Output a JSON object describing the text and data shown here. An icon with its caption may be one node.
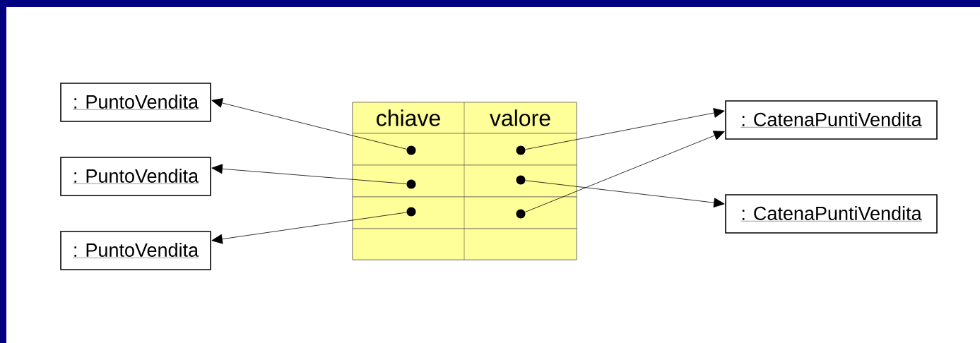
{
  "diagram": {
    "nodes": [
      {
        "text": [
          ": PuntoVendita"
        ]
      },
      {
        "text": [
          ": PuntoVendita"
        ]
      },
      {
        "text": [
          ": PuntoVendita"
        ]
      },
      {
        "text": [
          "chiave",
          "valore"
        ]
      },
      {
        "text": [],
        "shape": "circle",
        "in": 3
      },
      {
        "text": [],
        "shape": "circle",
        "in": 3
      },
      {
        "text": [],
        "shape": "circle",
        "in": 3
      },
      {
        "text": [],
        "shape": "circle",
        "in": 3
      },
      {
        "text": [],
        "shape": "circle",
        "in": 3
      },
      {
        "text": [],
        "shape": "circle",
        "in": 3
      },
      {
        "text": [
          ": CatenaPuntiVendita"
        ]
      },
      {
        "text": [
          ": CatenaPuntiVendita"
        ]
      }
    ],
    "edges": [
      {
        "from": 4,
        "to": 0,
        "arrow": "to"
      },
      {
        "from": 6,
        "to": 1,
        "arrow": "to"
      },
      {
        "from": 8,
        "to": 2,
        "arrow": "to"
      },
      {
        "from": 5,
        "to": 10,
        "arrow": "to"
      },
      {
        "from": 7,
        "to": 11,
        "arrow": "to"
      },
      {
        "from": 9,
        "to": 10,
        "arrow": "to"
      }
    ]
  }
}
